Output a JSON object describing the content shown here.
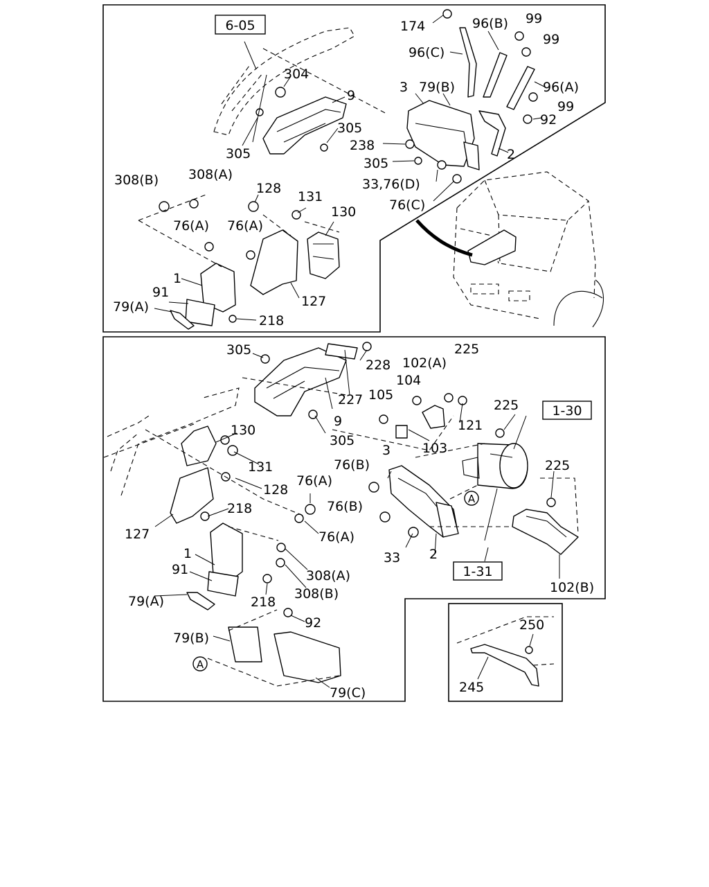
{
  "top_panel": {
    "ref_box": "6-05",
    "labels": {
      "l174": "174",
      "l96b": "96(B)",
      "l99a": "99",
      "l99b": "99",
      "l96c": "96(C)",
      "l304": "304",
      "l9": "9",
      "l3": "3",
      "l79b": "79(B)",
      "l96a": "96(A)",
      "l99c": "99",
      "l92": "92",
      "l305a": "305",
      "l305b": "305",
      "l238": "238",
      "l2": "2",
      "l305c": "305",
      "l3376d": "33,76(D)",
      "l76c": "76(C)",
      "l308b": "308(B)",
      "l308a": "308(A)",
      "l128": "128",
      "l131": "131",
      "l130": "130",
      "l76a1": "76(A)",
      "l76a2": "76(A)",
      "l1": "1",
      "l91": "91",
      "l79a": "79(A)",
      "l127": "127",
      "l218": "218"
    }
  },
  "bottom_panel": {
    "ref_box_1": "1-30",
    "ref_box_2": "1-31",
    "circle_marker": "A",
    "labels": {
      "l305a": "305",
      "l228": "228",
      "l102a": "102(A)",
      "l225a": "225",
      "l104": "104",
      "l105": "105",
      "l227": "227",
      "l9": "9",
      "l225b": "225",
      "l121": "121",
      "l305b": "305",
      "l130": "130",
      "l103": "103",
      "l131": "131",
      "l3": "3",
      "l225c": "225",
      "l76b1": "76(B)",
      "l128": "128",
      "l76a1": "76(A)",
      "l218a": "218",
      "l76b2": "76(B)",
      "l127": "127",
      "l76a2": "76(A)",
      "l1": "1",
      "l308a": "308(A)",
      "l33": "33",
      "l2": "2",
      "l91": "91",
      "l308b": "308(B)",
      "l102b": "102(B)",
      "l79a": "79(A)",
      "l218b": "218",
      "l92": "92",
      "l79b": "79(B)",
      "l79c": "79(C)"
    }
  },
  "inset_panel": {
    "labels": {
      "l250": "250",
      "l245": "245"
    }
  }
}
